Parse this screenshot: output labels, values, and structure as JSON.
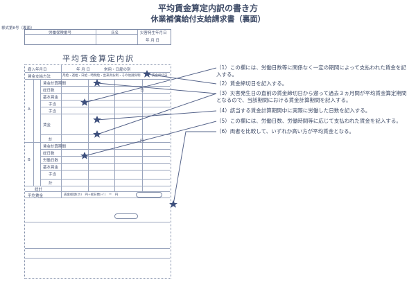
{
  "title": "平均賃金算定内訳の書き方",
  "subtitle": "休業補償給付支給請求書（裏面）",
  "header": {
    "form_no": "様式第8号（裏面）",
    "labor_insurance_no": "労働保険番号",
    "name": "氏名",
    "accident_date": "災害発生年月日",
    "date_units": "年 月 日"
  },
  "form": {
    "title": "平均賃金算定内訳",
    "hire_date": "雇入年月日",
    "hire_date_value": "年 月 日",
    "employment": "常用・日雇の別",
    "pay_method": "賃金支給方法",
    "pay_method_value": "月給・週給・日給・時間給・出来高払制・その他請負制",
    "closing_day": "賃金締切日",
    "section_a": "A",
    "section_b": "B",
    "period": "賃金計算期間",
    "total_days": "総日数",
    "work_days": "労働日数",
    "base_wage": "基本賃金",
    "allowance": "手当",
    "wage": "賃金",
    "sum": "計",
    "grand_total": "総計",
    "yen": "円",
    "day": "日",
    "average_wage": "平均賃金",
    "average_note": "賃金総額(ホ)　円÷総日数(イ)　＝　円"
  },
  "annotations": [
    {
      "num": "（1）",
      "text": "この欄には、労働日数等に関係なく一定の期間によって支払われた賃金を記入する。"
    },
    {
      "num": "（2）",
      "text": "賃金締切日を記入する。"
    },
    {
      "num": "（3）",
      "text": "災害発生日の直前の賃金締切日から遡って過去３ヵ月間が平均賃金算定期間となるので、当該期間における賃金計算期間を記入する。"
    },
    {
      "num": "（4）",
      "text": "該当する賃金計算期間中に実際に労働した日数を記入する。"
    },
    {
      "num": "（5）",
      "text": "この欄には、労働日数、労働時間等に応じて支払われた賃金を記入する。"
    },
    {
      "num": "（6）",
      "text": "両者を比較して、いずれか高い方が平均賃金となる。"
    }
  ],
  "colors": {
    "ink": "#3d4a66",
    "line": "#7d8aa6"
  }
}
